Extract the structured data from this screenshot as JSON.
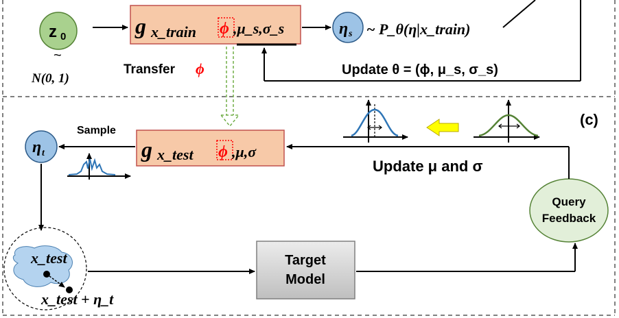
{
  "top": {
    "z0_node": {
      "label": "z",
      "sub": "0"
    },
    "tilde": "~",
    "normal_dist": "N(0, 1)",
    "g_train_box": {
      "g": "g",
      "sub": "x_train",
      "phi": "ϕ",
      "rest": ",μ_s,σ_s"
    },
    "eta_s_node": {
      "label": "η",
      "sub": "s"
    },
    "dist_text": "~ P_θ(η|x_train)",
    "transfer_label": "Transfer",
    "transfer_symbol": "ϕ",
    "update_theta_label": "Update θ = (ϕ, μ_s, σ_s)"
  },
  "bottom": {
    "panel_tag": "(c)",
    "sample_label": "Sample",
    "eta_t_node": {
      "label": "η",
      "sub": "t"
    },
    "g_test_box": {
      "g": "g",
      "sub": "x_test",
      "phi": "ϕ",
      "rest": ",μ,σ"
    },
    "update_mu_sigma_label": "Update μ and σ",
    "query_feedback_label": [
      "Query",
      "Feedback"
    ],
    "target_model_label": [
      "Target",
      "Model"
    ],
    "x_test_label": "x_test",
    "x_test_plus_label": "x_test + η_t"
  },
  "colors": {
    "box_fill": "#f7c9a8",
    "box_stroke": "#c0504d",
    "phi_red": "#ff0000",
    "node_blue": "#9dc3e6",
    "node_blue_stroke": "#2e5c8a",
    "node_green": "#a9d18e",
    "node_green_stroke": "#548235",
    "query_fill": "#e2efd9",
    "curve_blue": "#2e75b6",
    "curve_green": "#548235",
    "yellow_arrow": "#ffff00",
    "dashed_green": "#70ad47",
    "model_fill": "#d9d9d9",
    "cloud_fill": "#b4d3ef"
  },
  "icons": {
    "left_arrow": "yellow-left-arrow-icon",
    "distribution": "gaussian-curve-icon",
    "noise": "noise-signal-icon"
  }
}
